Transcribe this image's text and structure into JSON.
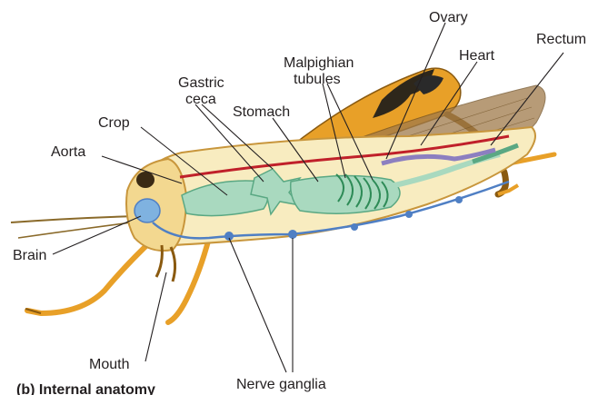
{
  "diagram": {
    "caption": "(b) Internal anatomy",
    "labels": {
      "ovary": "Ovary",
      "rectum": "Rectum",
      "heart": "Heart",
      "malpighian_line1": "Malpighian",
      "malpighian_line2": "tubules",
      "gastric_line1": "Gastric",
      "gastric_line2": "ceca",
      "stomach": "Stomach",
      "crop": "Crop",
      "aorta": "Aorta",
      "brain": "Brain",
      "mouth": "Mouth",
      "nerve_ganglia": "Nerve ganglia"
    }
  },
  "colors": {
    "body_cream": "#f8ecc0",
    "body_outline": "#c8963c",
    "leg_orange": "#e8a028",
    "wing_brown": "#a07a4a",
    "gut_green": "#a9d9bf",
    "malpighian_green": "#2e8b57",
    "nerve_blue": "#4f7fc4",
    "brain_blue": "#7fb2e0",
    "heart_red": "#c0202a",
    "ovary_purple": "#8c7fc0"
  }
}
